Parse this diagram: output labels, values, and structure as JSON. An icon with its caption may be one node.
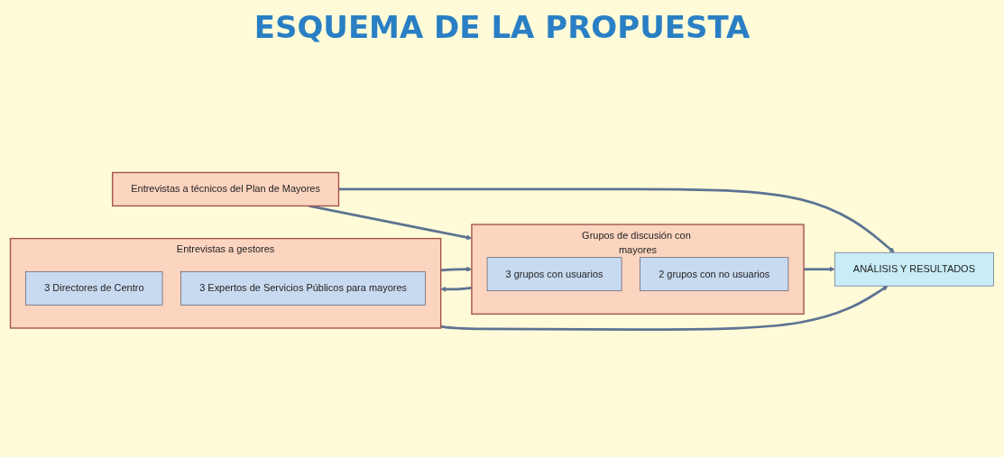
{
  "diagram": {
    "title": "ESQUEMA DE LA PROPUESTA",
    "nodes": [
      {
        "text": [
          "Entrevistas a técnicos del Plan de Mayores"
        ]
      },
      {
        "text": [
          "Grupos de discusión con mayores"
        ]
      },
      {
        "text": [
          "3 grupos con usuarios"
        ],
        "in": 1
      },
      {
        "text": [
          "2 grupos con no usuarios"
        ],
        "in": 1
      },
      {
        "text": [
          "Entrevistas a gestores"
        ]
      },
      {
        "text": [
          "3 Directores de Centro"
        ],
        "in": 4
      },
      {
        "text": [
          "3 Expertos de Servicios Públicos para mayores"
        ],
        "in": 4
      },
      {
        "text": [
          "ANÁLISIS Y RESULTADOS"
        ]
      }
    ],
    "edges": [
      {
        "from": 0,
        "to": 1,
        "arrow": "to"
      },
      {
        "from": 1,
        "to": 4,
        "arrow": "to"
      },
      {
        "from": 4,
        "to": 1,
        "arrow": "to"
      },
      {
        "from": 0,
        "to": 7,
        "arrow": "to"
      },
      {
        "from": 1,
        "to": 7,
        "arrow": "to"
      },
      {
        "from": 4,
        "to": 7,
        "arrow": "to"
      }
    ]
  }
}
